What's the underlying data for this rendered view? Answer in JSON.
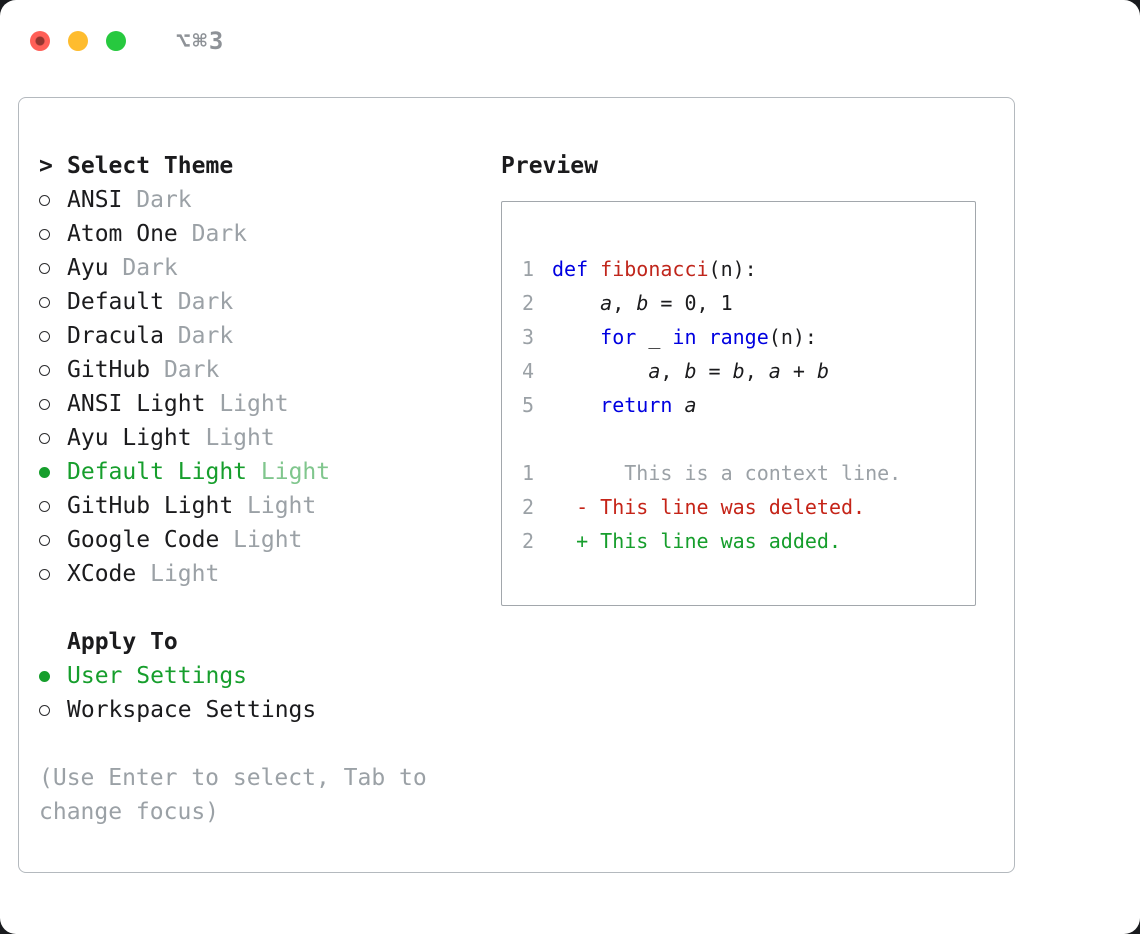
{
  "window": {
    "shortcut": "⌥⌘3"
  },
  "colors": {
    "traffic_red": "#ff5f57",
    "traffic_yellow": "#febc2e",
    "traffic_green": "#27c93f",
    "shortcut_gray": "#8e9297",
    "panel_border": "#b4b9be",
    "preview_border": "#a2a7ac",
    "text": "#1b1b1d",
    "muted": "#9ba1a6",
    "line_number": "#9ba1a6",
    "green": "#169e2c",
    "green_light": "#80c68d",
    "keyword": "#0000e0",
    "function_name": "#c0261c",
    "deleted": "#c52418",
    "added": "#169e2c"
  },
  "theme_picker": {
    "prompt": ">",
    "title": "Select Theme",
    "items": [
      {
        "name": "ANSI",
        "variant": "Dark",
        "selected": false
      },
      {
        "name": "Atom One",
        "variant": "Dark",
        "selected": false
      },
      {
        "name": "Ayu",
        "variant": "Dark",
        "selected": false
      },
      {
        "name": "Default",
        "variant": "Dark",
        "selected": false
      },
      {
        "name": "Dracula",
        "variant": "Dark",
        "selected": false
      },
      {
        "name": "GitHub",
        "variant": "Dark",
        "selected": false
      },
      {
        "name": "ANSI Light",
        "variant": "Light",
        "selected": false
      },
      {
        "name": "Ayu Light",
        "variant": "Light",
        "selected": false
      },
      {
        "name": "Default Light",
        "variant": "Light",
        "selected": true
      },
      {
        "name": "GitHub Light",
        "variant": "Light",
        "selected": false
      },
      {
        "name": "Google Code",
        "variant": "Light",
        "selected": false
      },
      {
        "name": "XCode",
        "variant": "Light",
        "selected": false
      }
    ],
    "apply_to": {
      "title": "Apply To",
      "options": [
        {
          "label": "User Settings",
          "selected": true
        },
        {
          "label": "Workspace Settings",
          "selected": false
        }
      ]
    },
    "hint": "(Use Enter to select, Tab to change focus)"
  },
  "preview": {
    "title": "Preview",
    "lines": [
      {
        "num": "1",
        "tokens": [
          [
            "kw",
            "def"
          ],
          [
            "pl",
            " "
          ],
          [
            "fn",
            "fibonacci"
          ],
          [
            "pl",
            "(n):"
          ]
        ]
      },
      {
        "num": "2",
        "tokens": [
          [
            "pl",
            "    "
          ],
          [
            "var",
            "a"
          ],
          [
            "pl",
            ", "
          ],
          [
            "var",
            "b"
          ],
          [
            "pl",
            " = 0, 1"
          ]
        ]
      },
      {
        "num": "3",
        "tokens": [
          [
            "pl",
            "    "
          ],
          [
            "kw",
            "for"
          ],
          [
            "pl",
            " _ "
          ],
          [
            "kw",
            "in"
          ],
          [
            "pl",
            " "
          ],
          [
            "kw",
            "range"
          ],
          [
            "pl",
            "(n):"
          ]
        ]
      },
      {
        "num": "4",
        "tokens": [
          [
            "pl",
            "        "
          ],
          [
            "var",
            "a"
          ],
          [
            "pl",
            ", "
          ],
          [
            "var",
            "b"
          ],
          [
            "pl",
            " = "
          ],
          [
            "var",
            "b"
          ],
          [
            "pl",
            ", "
          ],
          [
            "var",
            "a"
          ],
          [
            "pl",
            " + "
          ],
          [
            "var",
            "b"
          ]
        ]
      },
      {
        "num": "5",
        "tokens": [
          [
            "pl",
            "    "
          ],
          [
            "kw",
            "return"
          ],
          [
            "pl",
            " "
          ],
          [
            "var",
            "a"
          ]
        ]
      },
      {
        "num": "",
        "tokens": []
      },
      {
        "num": "1",
        "tokens": [
          [
            "ctx",
            "      This is a context line."
          ]
        ]
      },
      {
        "num": "2",
        "tokens": [
          [
            "del",
            "  - This line was deleted."
          ]
        ]
      },
      {
        "num": "2",
        "tokens": [
          [
            "add",
            "  + This line was added."
          ]
        ]
      }
    ]
  }
}
